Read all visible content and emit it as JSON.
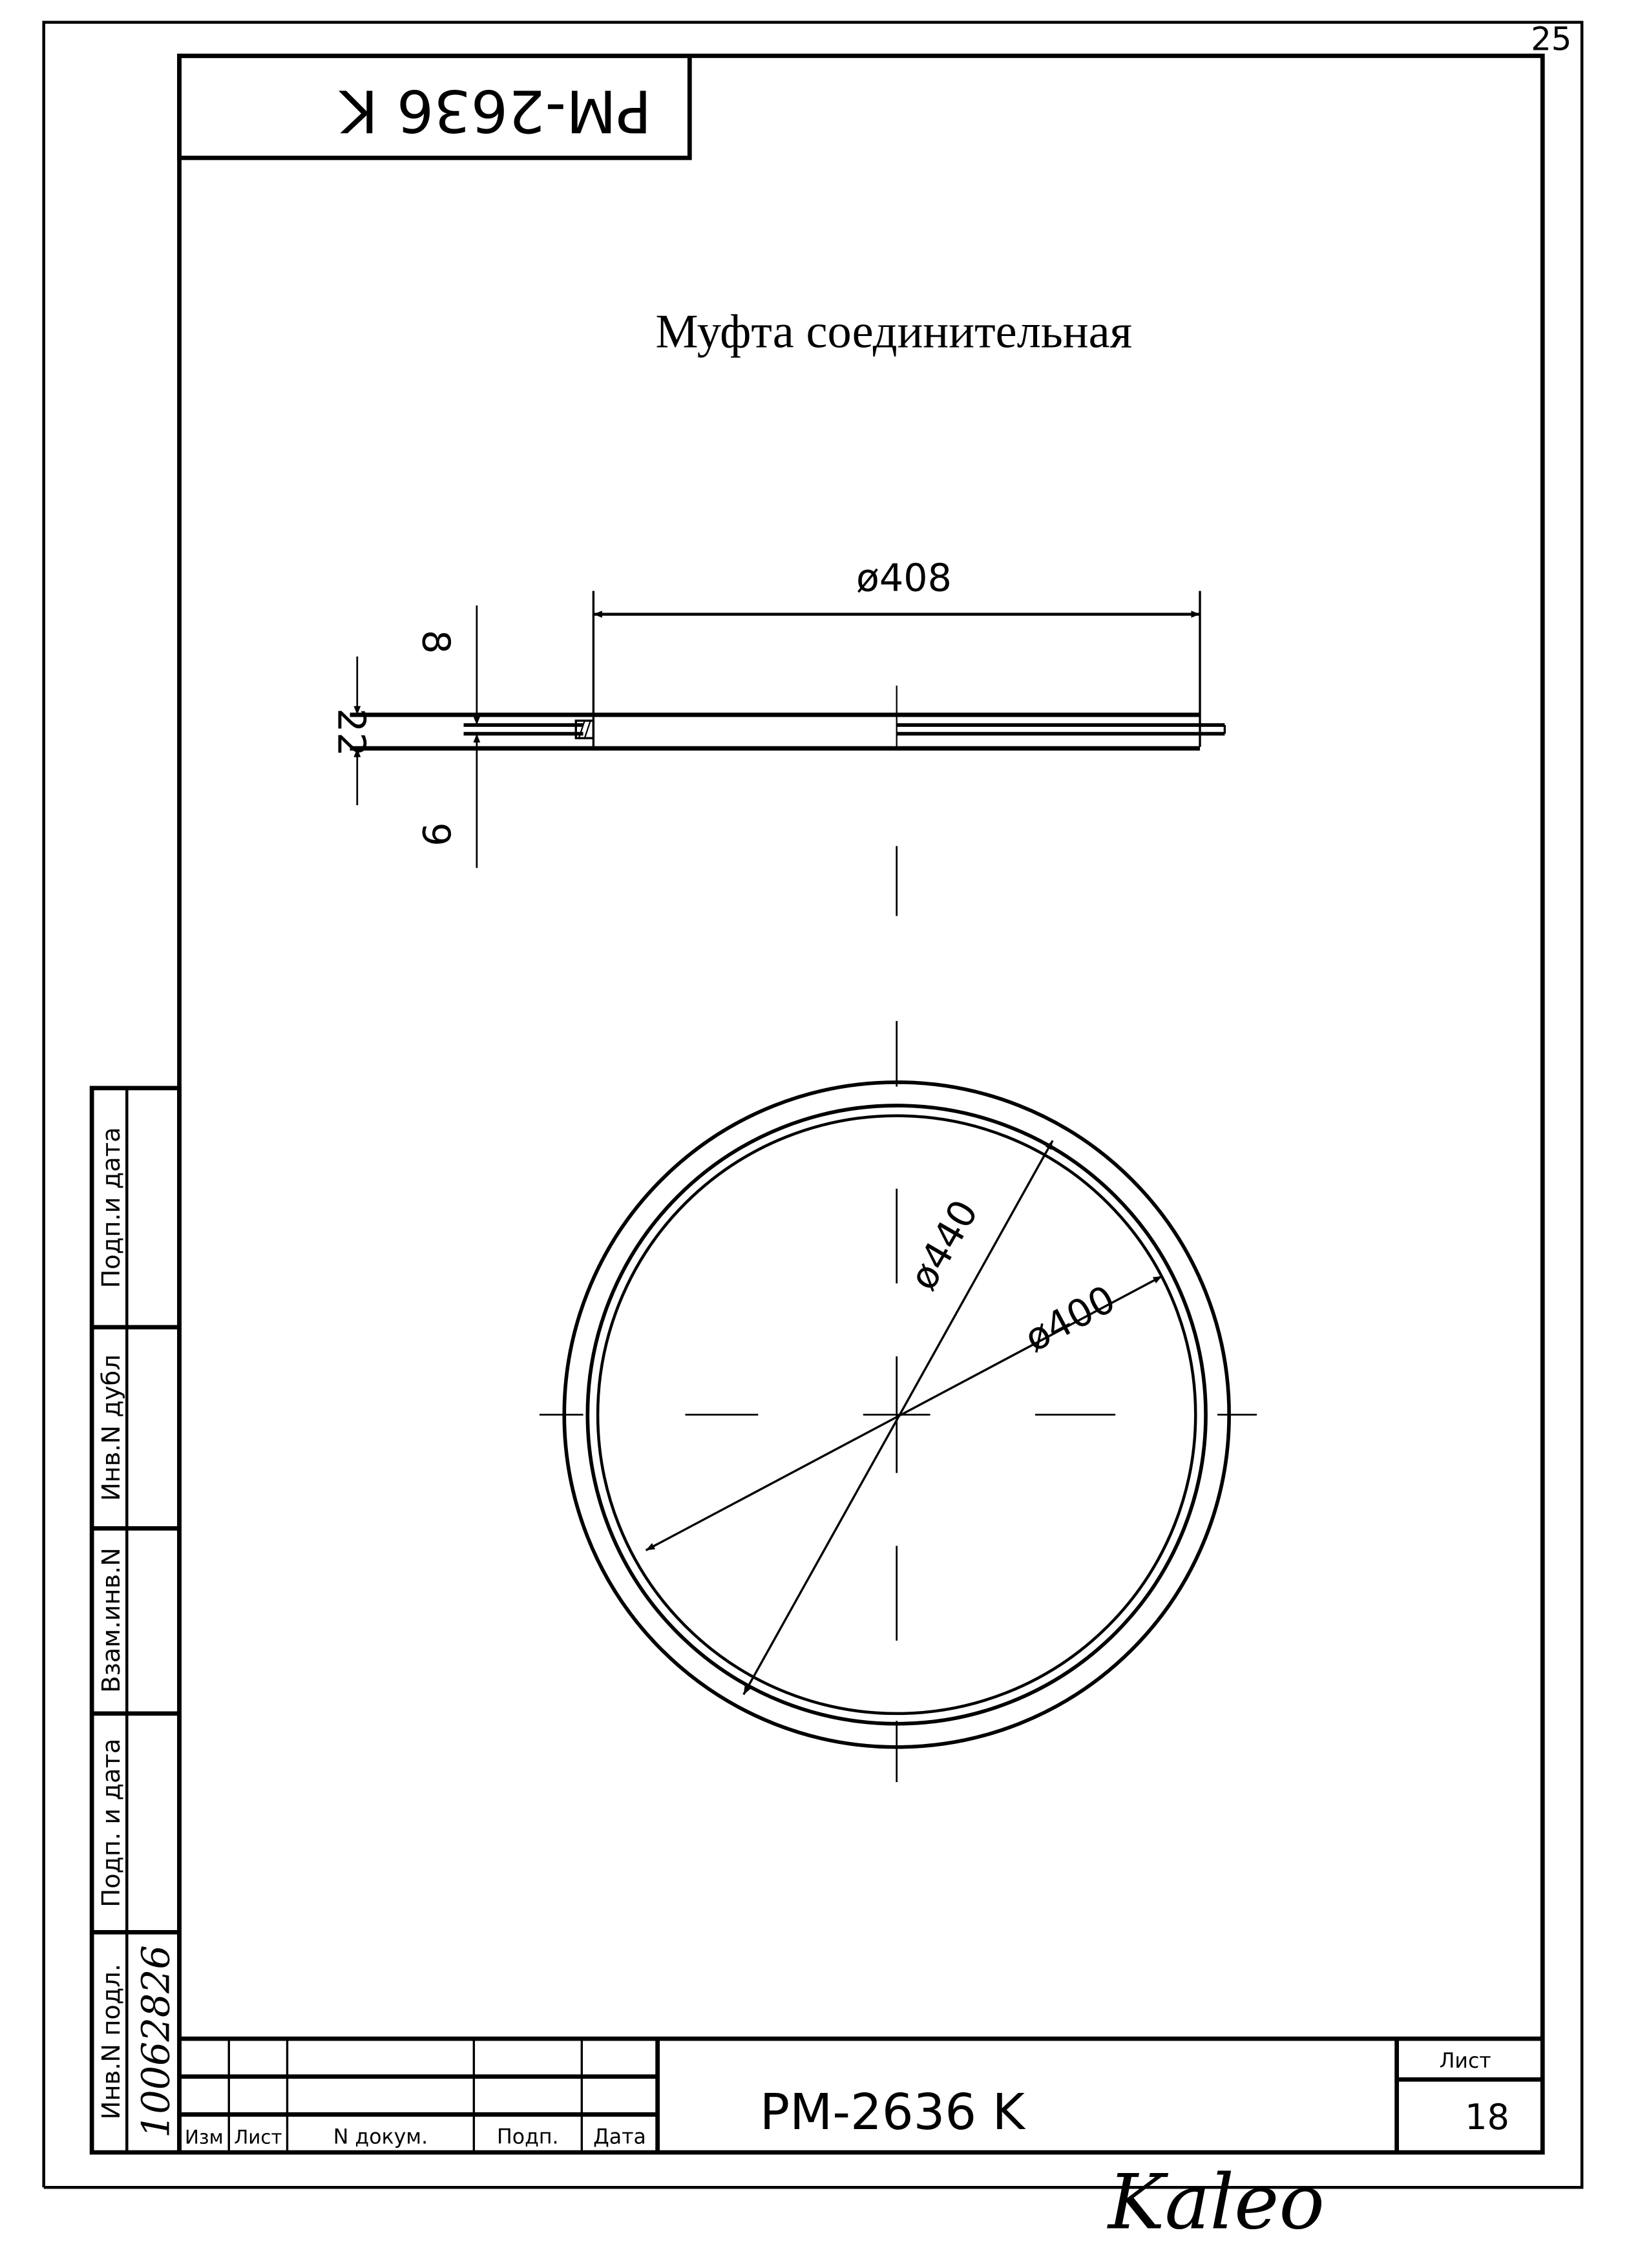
{
  "page_number": "25",
  "top_stamp": "PM-2636 K",
  "title": "Муфта соединительная",
  "dimensions": {
    "d408": "ø408",
    "d440": "ø440",
    "d400": "ø400",
    "h22": "22",
    "h8": "8",
    "h9": "9"
  },
  "side_stamp": {
    "labels": [
      "Подп.и дата",
      "Инв.N дубл",
      "Взам.инв.N",
      "Подп. и дата",
      "Инв.N подл."
    ],
    "inv_number_handwritten": "10062826"
  },
  "title_block": {
    "columns": [
      "Изм",
      "Лист",
      "N докум.",
      "Подп.",
      "Дата"
    ],
    "designation": "PM-2636 K",
    "sheet_label": "Лист",
    "sheet_number": "18",
    "signature": "Kaleo"
  }
}
